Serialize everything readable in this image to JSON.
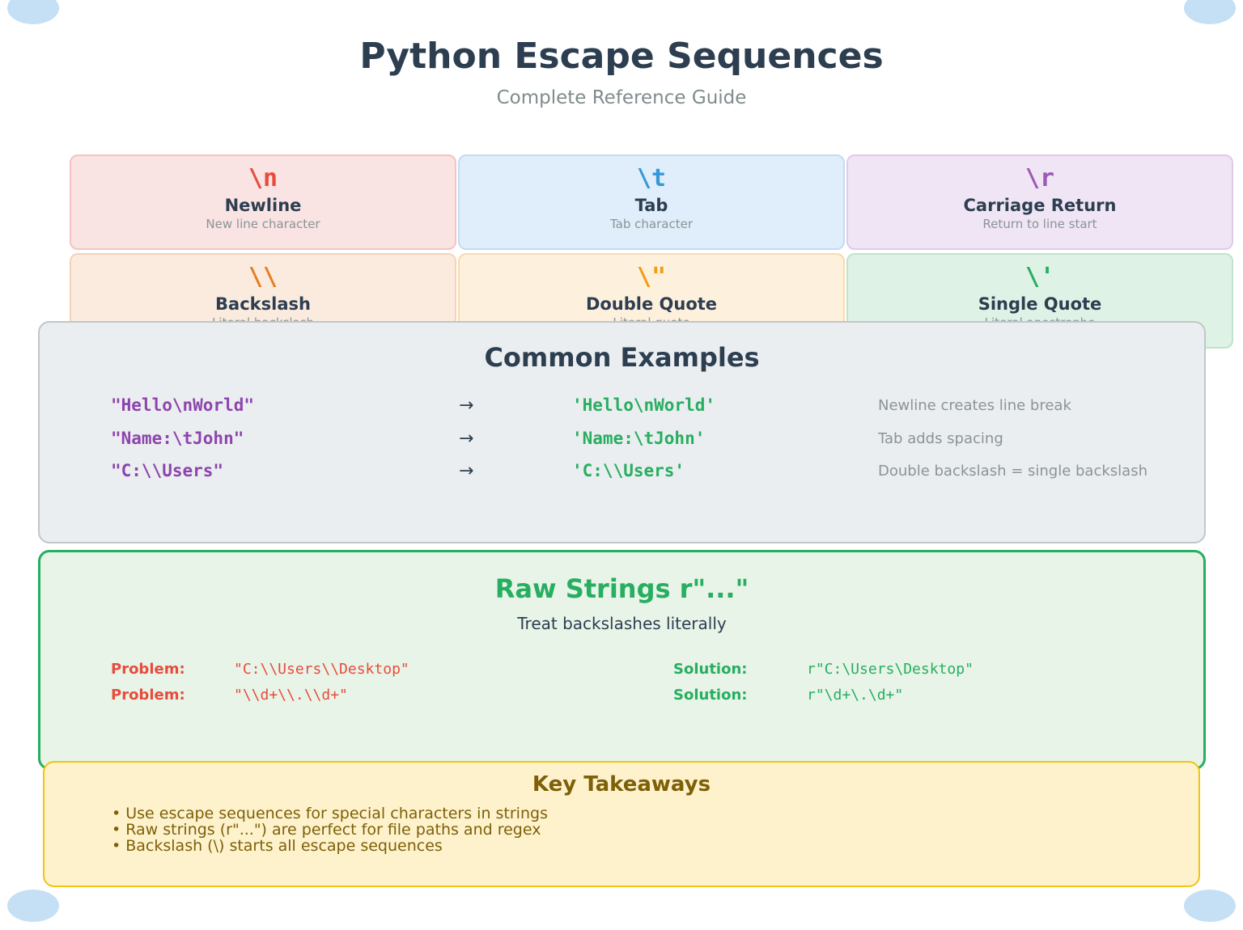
{
  "header": {
    "title": "Python Escape Sequences",
    "subtitle": "Complete Reference Guide"
  },
  "sequences": [
    {
      "code": "\\n",
      "name": "Newline",
      "desc": "New line character",
      "color": "#e74c3c",
      "bg": "#fae3e3",
      "border": "#f5c3c3"
    },
    {
      "code": "\\t",
      "name": "Tab",
      "desc": "Tab character",
      "color": "#3498db",
      "bg": "#dfeefa",
      "border": "#c3dcf3"
    },
    {
      "code": "\\r",
      "name": "Carriage Return",
      "desc": "Return to line start",
      "color": "#9b59b6",
      "bg": "#f0e5f5",
      "border": "#decbe8"
    },
    {
      "code": "\\\\",
      "name": "Backslash",
      "desc": "Literal backslash",
      "color": "#e67e22",
      "bg": "#fbebdf",
      "border": "#f5d2b8"
    },
    {
      "code": "\\\"",
      "name": "Double Quote",
      "desc": "Literal quote",
      "color": "#f39c12",
      "bg": "#fdf0dd",
      "border": "#f8dcb0"
    },
    {
      "code": "\\'",
      "name": "Single Quote",
      "desc": "Literal apostrophe",
      "color": "#27ae60",
      "bg": "#dff2e6",
      "border": "#bfe3cc"
    }
  ],
  "examples": {
    "title": "Common Examples",
    "arrow": "→",
    "rows": [
      {
        "input": "\"Hello\\nWorld\"",
        "output": "'Hello\\nWorld'",
        "note": "Newline creates line break"
      },
      {
        "input": "\"Name:\\tJohn\"",
        "output": "'Name:\\tJohn'",
        "note": "Tab adds spacing"
      },
      {
        "input": "\"C:\\\\Users\"",
        "output": "'C:\\\\Users'",
        "note": "Double backslash = single backslash"
      }
    ]
  },
  "raw_strings": {
    "title": "Raw Strings r\"...\"",
    "subtitle": "Treat backslashes literally",
    "problem_label": "Problem:",
    "solution_label": "Solution:",
    "rows": [
      {
        "problem": "\"C:\\\\Users\\\\Desktop\"",
        "solution": "r\"C:\\Users\\Desktop\""
      },
      {
        "problem": "\"\\\\d+\\\\.\\\\d+\"",
        "solution": "r\"\\d+\\.\\d+\""
      }
    ]
  },
  "takeaways": {
    "title": "Key Takeaways",
    "items": [
      "• Use escape sequences for special characters in strings",
      "• Raw strings (r\"...\") are perfect for file paths and regex",
      "• Backslash (\\) starts all escape sequences"
    ]
  }
}
